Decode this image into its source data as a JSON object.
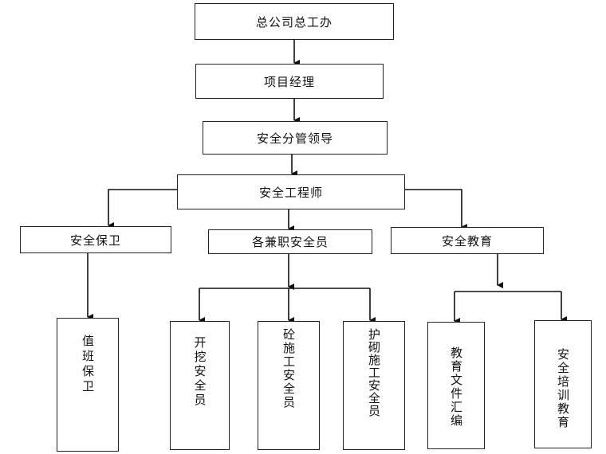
{
  "nodes": {
    "head_office": "总公司总工办",
    "project_manager": "项目经理",
    "safety_leader": "安全分管领导",
    "safety_engineer": "安全工程师",
    "security": "安全保卫",
    "part_time_safety": "各兼职安全员",
    "safety_education": "安全教育",
    "duty_guard": "值班保卫",
    "excavation_safety": "开挖安全员",
    "concrete_safety": "砼施工安全员",
    "masonry_safety": "护砌施工安全员",
    "edu_docs": "教育文件汇编",
    "safety_training": "安全培训教育"
  }
}
